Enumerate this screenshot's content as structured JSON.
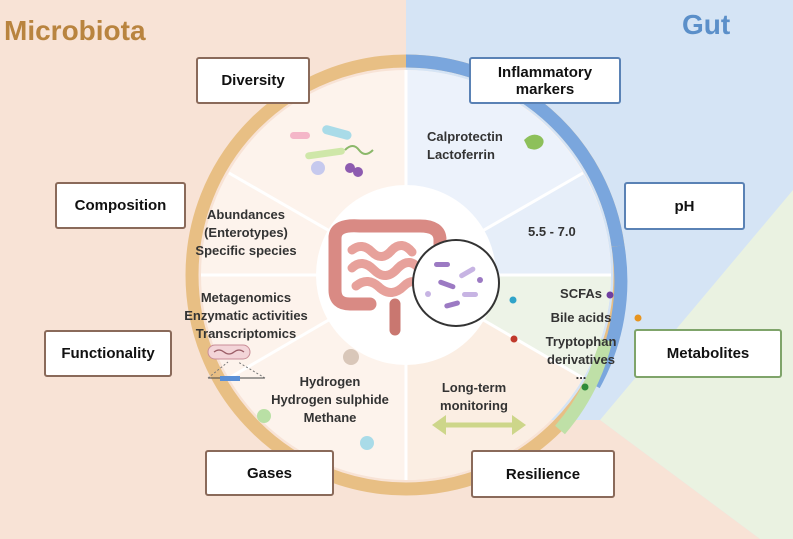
{
  "titles": {
    "left": "Microbiota",
    "right": "Gut"
  },
  "boxes": {
    "diversity": "Diversity",
    "composition": "Composition",
    "functionality": "Functionality",
    "gases": "Gases",
    "inflammatory": [
      "Inflammatory",
      "markers"
    ],
    "ph": "pH",
    "metabolites": "Metabolites",
    "resilience": "Resilience"
  },
  "segments": {
    "composition": [
      "Abundances",
      "(Enterotypes)",
      "Specific species"
    ],
    "functionality": [
      "Metagenomics",
      "Enzymatic activities",
      "Transcriptomics"
    ],
    "gases": [
      "Hydrogen",
      "Hydrogen sulphide",
      "Methane"
    ],
    "inflammatory": [
      "Calprotectin",
      "Lactoferrin"
    ],
    "ph": "5.5 - 7.0",
    "metabolites": [
      "SCFAs",
      "Bile acids",
      "Tryptophan",
      "derivatives",
      "..."
    ],
    "resilience": [
      "Long-term",
      "monitoring"
    ]
  },
  "colors": {
    "microbiota_bg": "#f8e3d6",
    "gut_bg": "#d5e4f5",
    "metabolites_bg": "#eaf2e1",
    "ring_tan": "#e8bf84",
    "ring_blue": "#7aa6dd",
    "ring_green": "#bfe0a7",
    "title_tan": "#b9843f",
    "title_blue": "#5b8fc9"
  }
}
